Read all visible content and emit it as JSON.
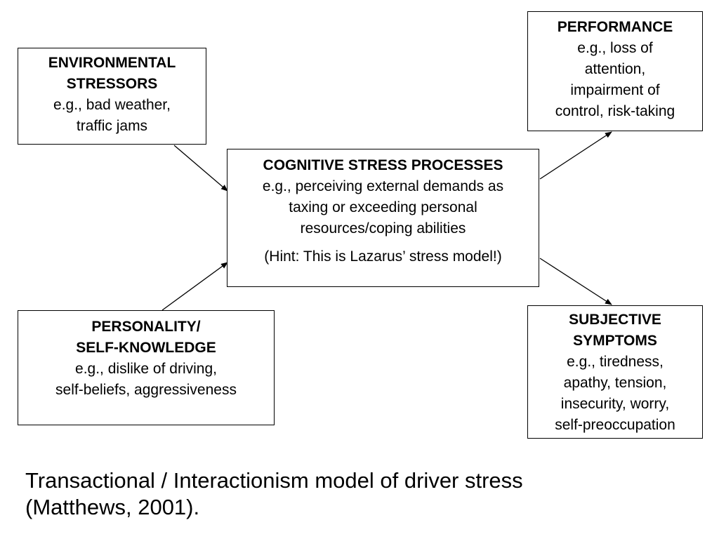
{
  "diagram": {
    "environmental": {
      "head": [
        "ENVIRONMENTAL",
        "STRESSORS"
      ],
      "body": [
        "e.g., bad weather,",
        "traffic jams"
      ]
    },
    "cognitive": {
      "head": [
        "COGNITIVE STRESS PROCESSES"
      ],
      "body": [
        "e.g., perceiving external demands as",
        "taxing or exceeding personal",
        "resources/coping abilities"
      ],
      "hint": "(Hint: This is Lazarus’ stress model!)"
    },
    "personality": {
      "head": [
        "PERSONALITY/",
        "SELF-KNOWLEDGE"
      ],
      "body": [
        "e.g., dislike of driving,",
        "self-beliefs, aggressiveness"
      ]
    },
    "performance": {
      "head": [
        "PERFORMANCE"
      ],
      "body": [
        "e.g., loss of",
        "attention,",
        "impairment of",
        "control, risk-taking"
      ]
    },
    "subjective": {
      "head": [
        "SUBJECTIVE",
        "SYMPTOMS"
      ],
      "body": [
        "e.g., tiredness,",
        "apathy, tension,",
        "insecurity, worry,",
        "self-preoccupation"
      ]
    }
  },
  "caption": [
    "Transactional / Interactionism model of driver stress",
    "(Matthews, 2001)."
  ]
}
